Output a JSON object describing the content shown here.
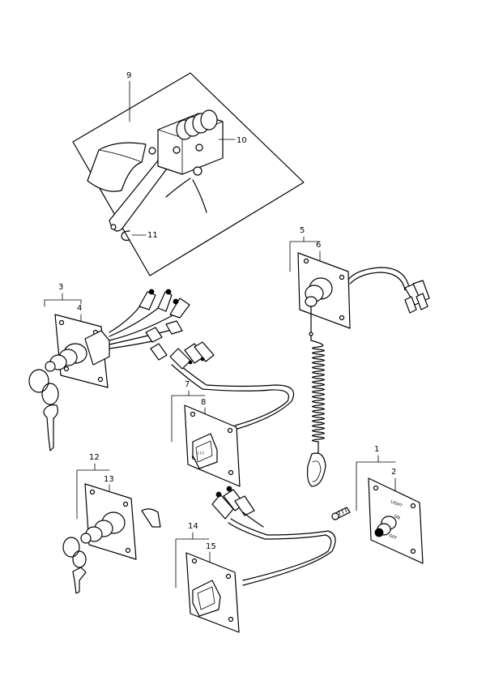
{
  "callouts": [
    "1",
    "2",
    "3",
    "4",
    "5",
    "6",
    "7",
    "8",
    "9",
    "10",
    "11",
    "12",
    "13",
    "14",
    "15"
  ],
  "switch_plate": {
    "light_label": "LIGHT",
    "on_label": "ON",
    "off_label": "OFF"
  }
}
